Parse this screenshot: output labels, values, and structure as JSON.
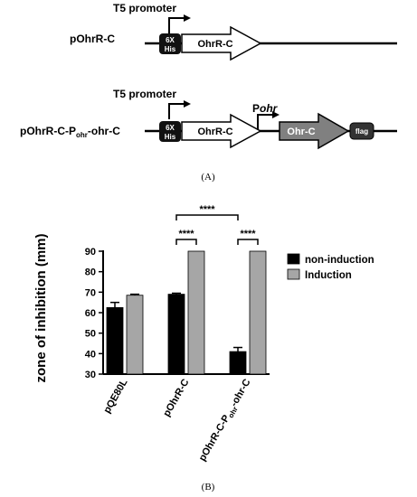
{
  "panel_a": {
    "label": "(A)",
    "construct1": {
      "name": "pOhrR-C",
      "promoter": "T5 promoter",
      "tag_line1": "6X",
      "tag_line2": "His",
      "gene": "OhrR-C"
    },
    "construct2": {
      "name_prefix": "pOhrR-C-P",
      "name_sub": "ohr",
      "name_suffix": "-ohr-C",
      "promoter": "T5 promoter",
      "promoter2_prefix": "P",
      "promoter2_italic": "ohr",
      "tag_line1": "6X",
      "tag_line2": "His",
      "gene": "OhrR-C",
      "gene2": "Ohr-C",
      "flag": "flag"
    }
  },
  "panel_b": {
    "label": "(B)",
    "significance": [
      "****",
      "****",
      "****"
    ]
  },
  "chart_data": {
    "type": "bar",
    "ylabel": "zone of inhibition (mm)",
    "ylim": [
      30,
      90
    ],
    "yticks": [
      30,
      40,
      50,
      60,
      70,
      80,
      90
    ],
    "categories": [
      "pQE80L",
      "pOhrR-C",
      "pOhrR-C-Pohr-ohr-C"
    ],
    "category_labels": [
      {
        "main": "pQE80L"
      },
      {
        "main": "pOhrR-C"
      },
      {
        "main": "pOhrR-C-P",
        "sub": "ohr",
        "tail": "-ohr-C"
      }
    ],
    "series": [
      {
        "name": "non-induction",
        "color": "#000000",
        "values": [
          62.5,
          69,
          41
        ],
        "errors": [
          2.5,
          0.5,
          2
        ]
      },
      {
        "name": "Induction",
        "color": "#a6a6a6",
        "values": [
          68.5,
          90,
          90
        ],
        "errors": [
          0.5,
          0,
          0
        ]
      }
    ],
    "legend_position": "right",
    "grid": false
  }
}
